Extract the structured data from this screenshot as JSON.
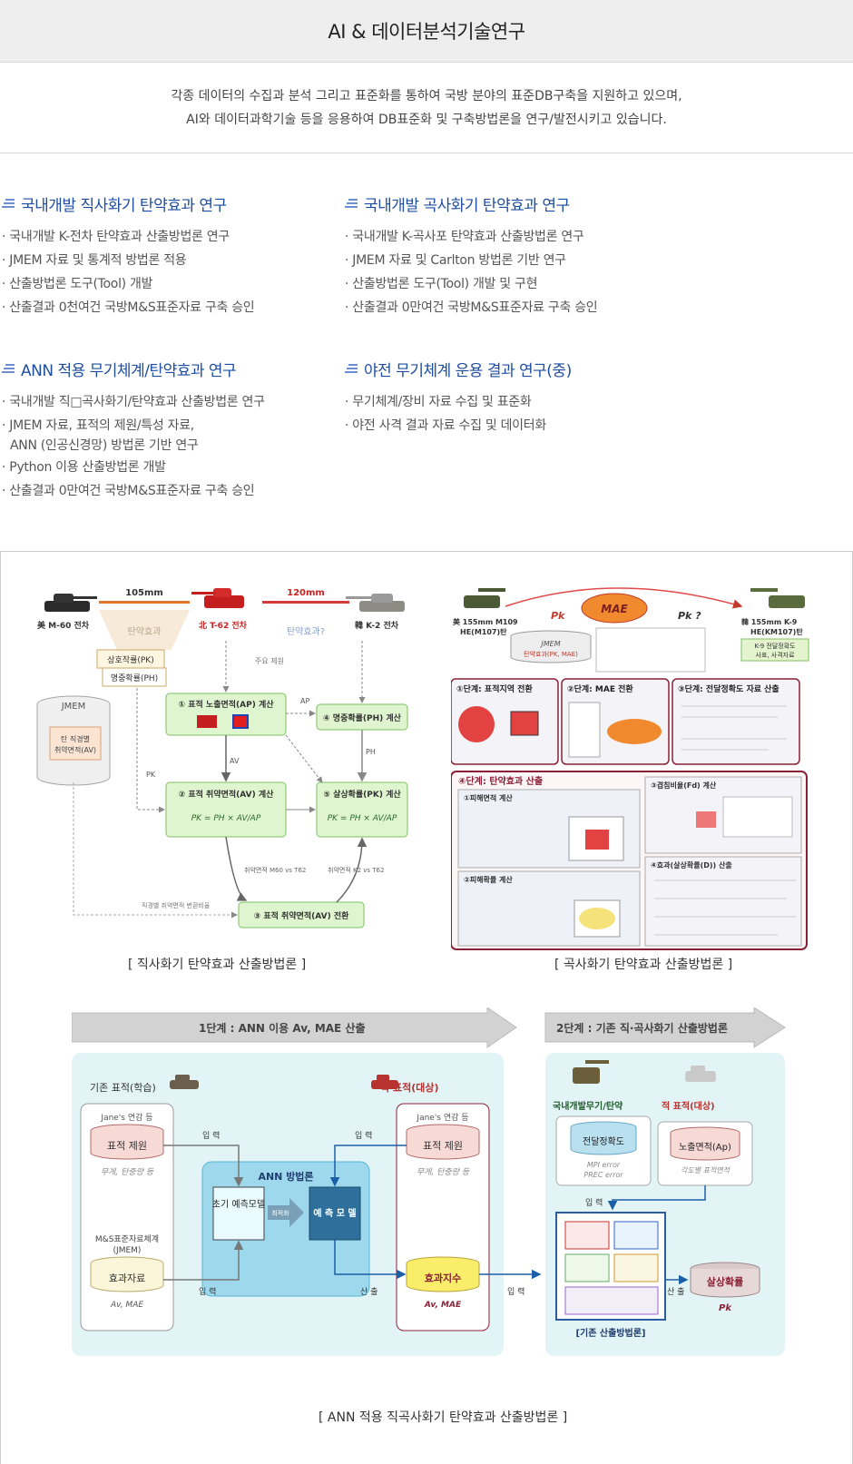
{
  "page": {
    "title": "AI & 데이터분석기술연구"
  },
  "intro": {
    "line1": "각종 데이터의 수집과 분석 그리고 표준화를 통하여 국방 분야의 표준DB구축을 지원하고 있으며,",
    "line2": "AI와 데이터과학기술 등을 응용하여 DB표준화 및 구축방법론을 연구/발전시키고 있습니다."
  },
  "sections": [
    {
      "title": "국내개발 직사화기 탄약효과 연구",
      "items": [
        "· 국내개발 K-전차 탄약효과  산출방법론 연구",
        "· JMEM 자료 및 통계적 방법론 적용",
        "· 산출방법론 도구(Tool) 개발",
        "· 산출결과 0천여건 국방M&S표준자료 구축 승인"
      ]
    },
    {
      "title": "국내개발 곡사화기 탄약효과 연구",
      "items": [
        "· 국내개발 K-곡사포 탄약효과  산출방법론 연구",
        "· JMEM 자료 및 Carlton 방법론 기반 연구",
        "· 산출방법론 도구(Tool) 개발 및 구현",
        "· 산출결과 0만여건 국방M&S표준자료 구축 승인"
      ]
    },
    {
      "title": "ANN 적용 무기체계/탄약효과 연구",
      "items": [
        "· 국내개발 직□곡사화기/탄약효과  산출방법론 연구",
        "· JMEM 자료, 표적의 제원/특성 자료,",
        "· Python 이용 산출방법론 개발",
        "· 산출결과 0만여건 국방M&S표준자료 구축 승인"
      ],
      "item_sub": "ANN (인공신경망) 방법론 기반 연구"
    },
    {
      "title": "야전 무기체계 운용 결과 연구(중)",
      "items": [
        "· 무기체계/장비 자료 수집 및 표준화",
        "· 야전 사격 결과 자료 수집 및 데이터화"
      ]
    }
  ],
  "figures": {
    "direct": {
      "caption": "[ 직사화기 탄약효과 산출방법론 ]",
      "tank_us": "美 M-60 전차",
      "tank_north": "北 T-62 전차",
      "tank_kr": "韓 K-2 전차",
      "dist1": "105mm",
      "dist2": "120mm",
      "effect1": "탄약효과",
      "effect2": "탄약효과?",
      "prob_hit": "상호작률(PK)",
      "prob_kill": "명중확률(PH)",
      "jmem": "JMEM",
      "jmem_sub1": "탄 직경별",
      "jmem_sub2": "취약면적(AV)",
      "step1": "① 표적 노출면적(AP) 계산",
      "step2": "② 표적 취약면적(AV) 계산",
      "step3": "③ 표적 취약면적(AV) 전환",
      "step4": "④ 명중확률(PH) 계산",
      "step5": "⑤ 살상확률(PK) 계산",
      "formula": "PK = PH × AV/AP",
      "note1": "주요 제원",
      "note2": "취약면적 M60 vs T62",
      "note3": "취약면적 K2 vs T62",
      "note4": "직경별 취약면적 변환비율",
      "lbl_ap": "AP",
      "lbl_av": "AV",
      "lbl_ph": "PH",
      "lbl_pk": "PK"
    },
    "indirect": {
      "caption": "[ 곡사화기 탄약효과 산출방법론 ]",
      "left_gun": "美 155mm M109",
      "left_ammo": "HE(M107)탄",
      "right_gun": "韓 155mm K-9",
      "right_ammo": "HE(KM107)탄",
      "mae": "MAE",
      "pk": "Pk",
      "pk2": "Pk ?",
      "jmem": "JMEM",
      "jmem_sub": "탄약효과(PK, MAE)",
      "k9_box1": "K-9 전달정확도",
      "k9_box2": "사표, 사격자료",
      "step1": "①단계: 표적지역 전환",
      "step2": "②단계: MAE 전환",
      "step3": "③단계: 전달정확도 자료 산출",
      "step4": "④단계: 탄약효과 산출",
      "s4a": "①피해면적 계산",
      "s4b": "②피해확률 계산",
      "s4c": "③겹침비율(Fd) 계산",
      "s4d": "④효과(살상확률(D)) 산출"
    },
    "ann": {
      "caption": "[ ANN 적용 직곡사화기 탄약효과 산출방법론 ]",
      "stage1": "1단계 : ANN 이용 Av, MAE 산출",
      "stage2": "2단계 : 기존 직·곡사화기 산출방법론",
      "existing_target": "기존 표적(학습)",
      "enemy_target": "적 표적(대상)",
      "janes": "Jane's 연감 등",
      "spec": "표적 제원",
      "spec_sub": "무게, 탄중량 등",
      "jmem_title": "M&S표준자료체계",
      "jmem_sub": "(JMEM)",
      "effect_data": "효과자료",
      "effect_sub": "Av, MAE",
      "ann_title": "ANN 방법론",
      "init_model": "초기 예측모델",
      "optimize": "최적화",
      "predict": "예 측 모 델",
      "input": "입 력",
      "output": "산 출",
      "effect_index": "효과지수",
      "effect_index_sub": "Av, MAE",
      "domestic": "국내개발무기/탄약",
      "accuracy": "전달정확도",
      "accuracy_sub1": "MPI error",
      "accuracy_sub2": "PREC error",
      "exposure": "노출면적(Ap)",
      "exposure_sub": "각도별 표적면적",
      "method_label": "[기존 산출방법론]",
      "kill_prob": "살상확률",
      "kill_prob_sub": "Pk"
    }
  },
  "colors": {
    "accent": "#1f4ea0",
    "green_box": "#dff5cf",
    "green_border": "#7cc262",
    "panel_blue": "#e3f4f7",
    "arrow_gray": "#bcbcbc",
    "maroon": "#8a2036"
  }
}
